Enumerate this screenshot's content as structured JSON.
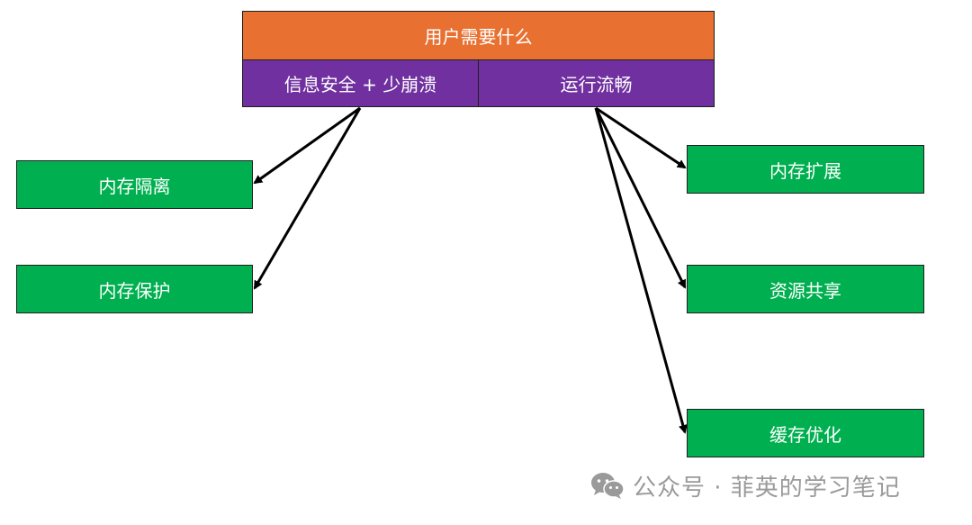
{
  "diagram": {
    "top": {
      "label": "用户需要什么",
      "color": "#E87031"
    },
    "sub": [
      {
        "label": "信息安全 + 少崩溃",
        "color": "#7030A0"
      },
      {
        "label": "运行流畅",
        "color": "#7030A0"
      }
    ],
    "left_nodes": [
      {
        "label": "内存隔离",
        "color": "#00B050"
      },
      {
        "label": "内存保护",
        "color": "#00B050"
      }
    ],
    "right_nodes": [
      {
        "label": "内存扩展",
        "color": "#00B050"
      },
      {
        "label": "资源共享",
        "color": "#00B050"
      },
      {
        "label": "缓存优化",
        "color": "#00B050"
      }
    ],
    "edges": [
      {
        "from": "信息安全 + 少崩溃",
        "to": "内存隔离"
      },
      {
        "from": "信息安全 + 少崩溃",
        "to": "内存保护"
      },
      {
        "from": "运行流畅",
        "to": "内存扩展"
      },
      {
        "from": "运行流畅",
        "to": "资源共享"
      },
      {
        "from": "运行流畅",
        "to": "缓存优化"
      }
    ]
  },
  "watermark": {
    "text": "公众号 · 菲英的学习笔记",
    "icon": "wechat-icon",
    "color": "#9a9a9a"
  }
}
